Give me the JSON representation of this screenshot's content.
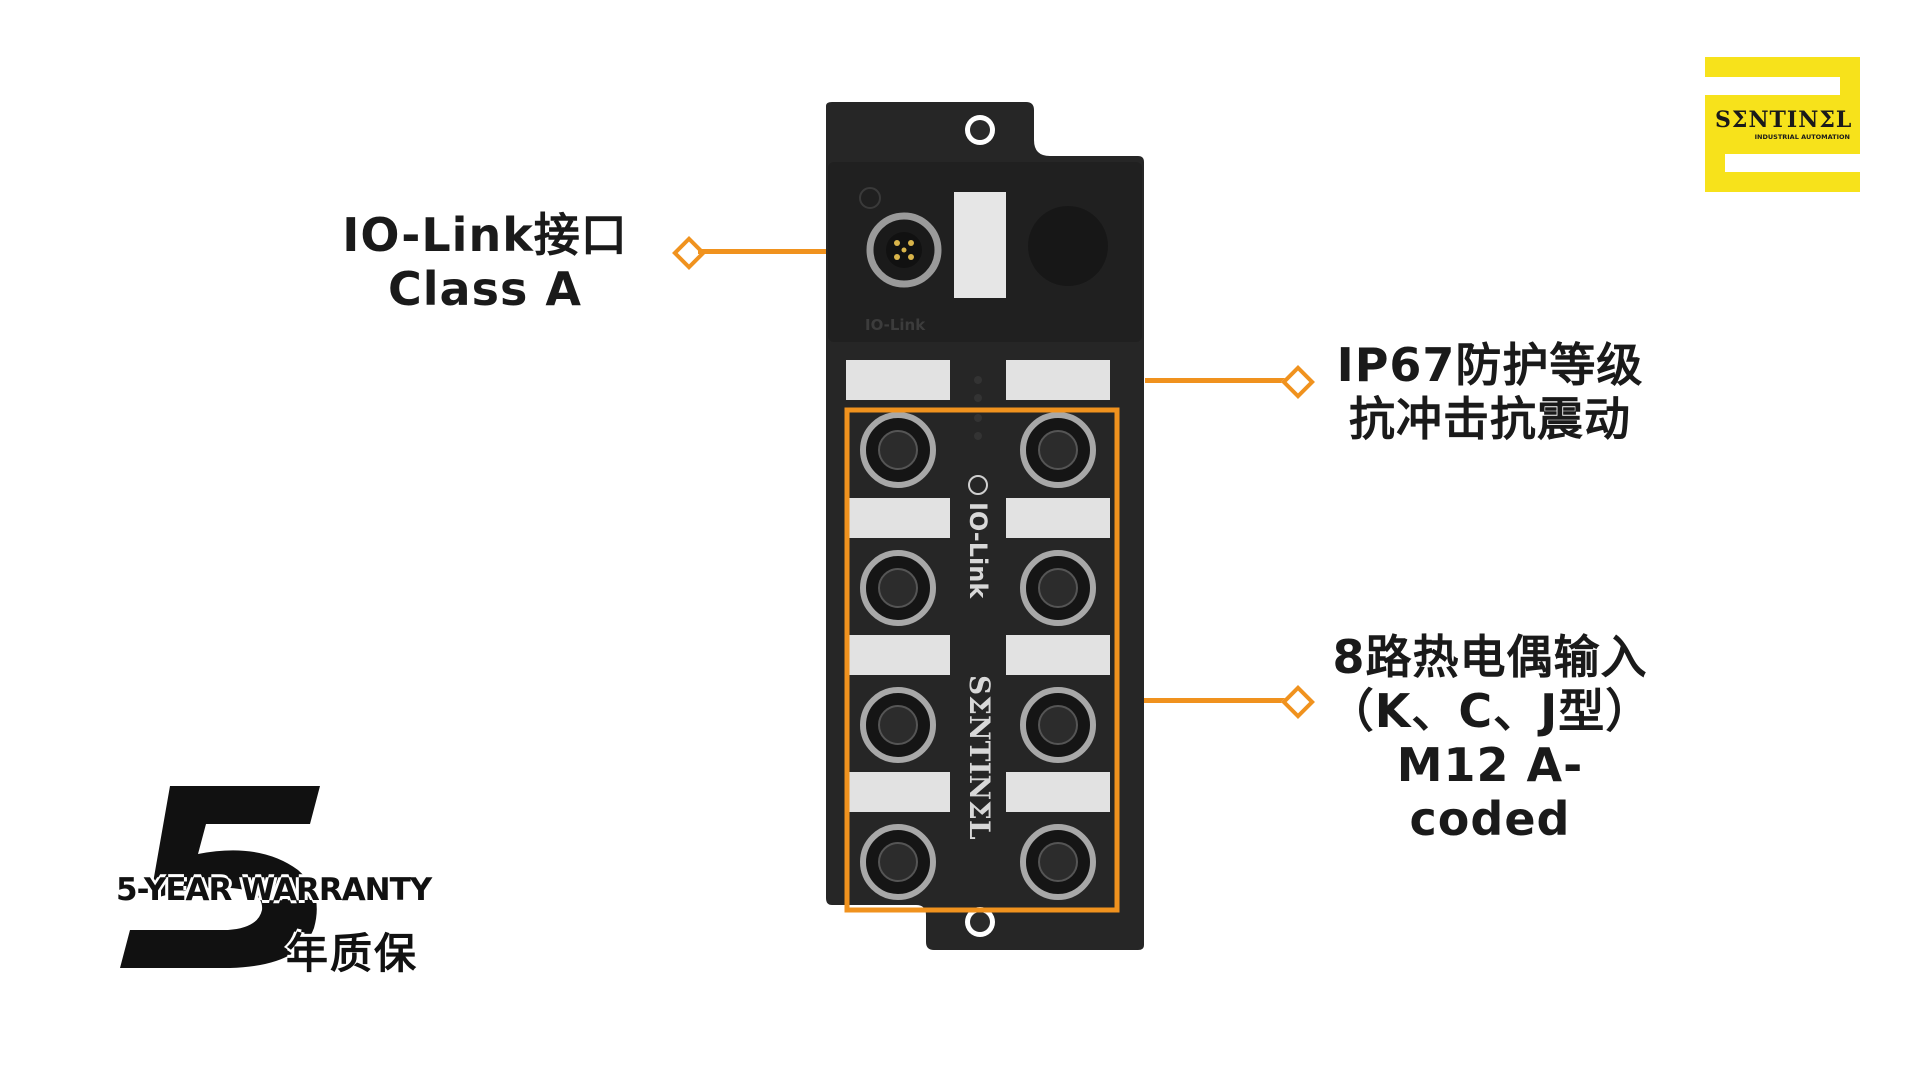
{
  "labels": {
    "io_link_line1": "IO-Link接口",
    "io_link_line2": "Class A",
    "ip67_line1": "IP67防护等级",
    "ip67_line2": "抗冲击抗震动",
    "inputs_line1": "8路热电偶输入",
    "inputs_line2": "（K、C、J型）",
    "inputs_line3": "M12 A-coded"
  },
  "logo": {
    "brand": "SΣNTINΣL",
    "subtitle": "INDUSTRIAL AUTOMATION"
  },
  "warranty": {
    "numeral": "5",
    "text": "5-YEAR WARRANTY",
    "cn": "年质保"
  },
  "module": {
    "brand_text": "SΣNTINΣL",
    "io_link_text": "IO-Link",
    "port_count": 8
  },
  "colors": {
    "accent": "#f0921e",
    "logo_yellow": "#f7e21b",
    "housing": "#222222"
  }
}
